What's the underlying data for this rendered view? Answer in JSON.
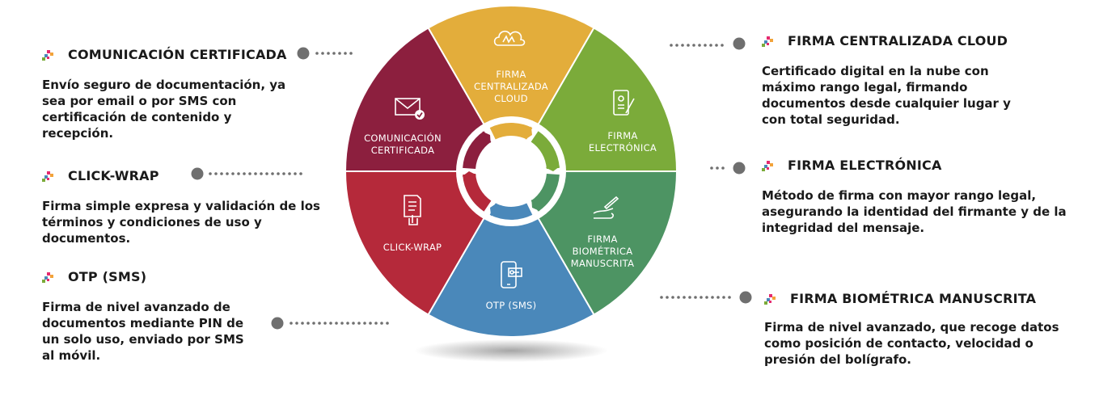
{
  "wheel": {
    "segments": [
      {
        "id": "cloud",
        "lines": [
          "FIRMA",
          "CENTRALIZADA",
          "CLOUD"
        ],
        "color": "#e3ad3b",
        "icon": "cloud-signature-icon"
      },
      {
        "id": "electronica",
        "lines": [
          "FIRMA",
          "ELECTRÓNICA"
        ],
        "color": "#7bab3a",
        "icon": "mobile-signature-icon"
      },
      {
        "id": "biometrica",
        "lines": [
          "FIRMA",
          "BIOMÉTRICA",
          "MANUSCRITA"
        ],
        "color": "#4d9463",
        "icon": "hand-pen-icon"
      },
      {
        "id": "otp",
        "lines": [
          "OTP (SMS)"
        ],
        "color": "#4a88ba",
        "icon": "phone-key-icon"
      },
      {
        "id": "clickwrap",
        "lines": [
          "CLICK-WRAP"
        ],
        "color": "#b5293a",
        "icon": "document-click-icon"
      },
      {
        "id": "comunicacion",
        "lines": [
          "COMUNICACIÓN",
          "CERTIFICADA"
        ],
        "color": "#8c1f3e",
        "icon": "envelope-check-icon"
      }
    ]
  },
  "items": {
    "comunicacion": {
      "title": "COMUNICACIÓN CERTIFICADA",
      "description": "Envío seguro de documentación, ya sea por email o por SMS con certificación de contenido y recepción."
    },
    "clickwrap": {
      "title": "CLICK-WRAP",
      "description": "Firma simple expresa y validación de los términos y condiciones de uso y documentos."
    },
    "otp": {
      "title": "OTP (SMS)",
      "description": "Firma de nivel avanzado de documentos mediante PIN de un solo uso, enviado por SMS al móvil."
    },
    "cloud": {
      "title": "FIRMA CENTRALIZADA CLOUD",
      "description": "Certificado digital en la nube con máximo rango legal, firmando documentos desde cualquier lugar y con total seguridad."
    },
    "electronica": {
      "title": "FIRMA ELECTRÓNICA",
      "description": "Método de firma con mayor rango legal, asegurando la identidad del firmante y de la integridad del mensaje."
    },
    "biometrica": {
      "title": "FIRMA BIOMÉTRICA MANUSCRITA",
      "description": "Firma de nivel avanzado, que recoge datos como posición de contacto, velocidad o presión del bolígrafo."
    }
  },
  "colors": {
    "connector_dot": "#6f6f6f",
    "text": "#1a1a1a",
    "bullet_colors": [
      "#e52a6f",
      "#f2a33a",
      "#7bab3a",
      "#4a88ba"
    ]
  }
}
